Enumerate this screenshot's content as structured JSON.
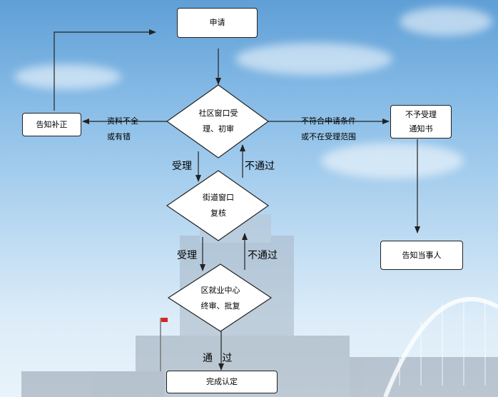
{
  "nodes": {
    "apply": "申请",
    "community_review": [
      "社区窗口受",
      "理、初审"
    ],
    "notify_correction": "告知补正",
    "not_accepted": [
      "不予受理",
      "通知书"
    ],
    "street_review": [
      "街道窗口",
      "复核"
    ],
    "notify_party": "告知当事人",
    "district_final": [
      "区就业中心",
      "终审、批复"
    ],
    "complete": "完成认定"
  },
  "edge_labels": {
    "incomplete": [
      "资料不全",
      "或有错"
    ],
    "ineligible": [
      "不符合申请条件",
      "或不在受理范围"
    ],
    "accept_1": "受理",
    "reject_1": "不通过",
    "accept_2": "受理",
    "reject_2": "不通过",
    "pass": "通   过"
  },
  "colors": {
    "sky_top": "#5f9fd6",
    "sky_bottom": "#e9f3fb",
    "box_fill": "#ffffff",
    "line": "#222222"
  }
}
